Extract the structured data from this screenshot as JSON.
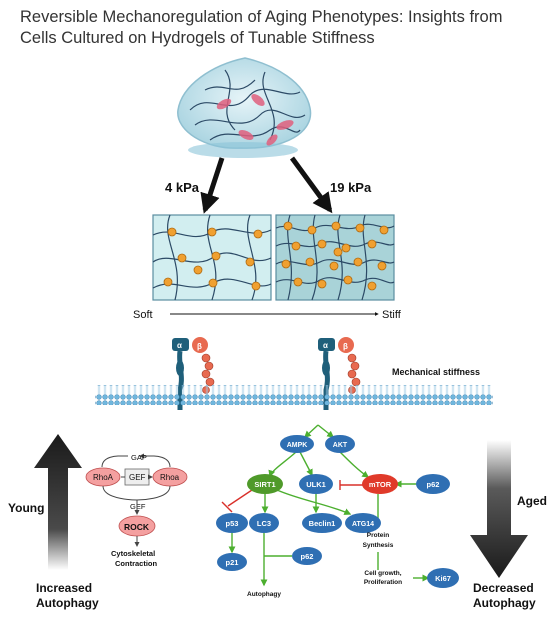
{
  "title": {
    "line1": "Reversible Mechanoregulation of Aging Phenotypes: Insights from",
    "line2": "Cells Cultured on Hydrogels of Tunable Stiffness"
  },
  "stiffness": {
    "soft_value": "4 kPa",
    "stiff_value": "19 kPa",
    "soft_label": "Soft",
    "stiff_label": "Stiff"
  },
  "integrin": {
    "alpha": "α",
    "beta": "β",
    "mechanical_label": "Mechanical stiffness"
  },
  "left_arrow": {
    "side_label": "Young",
    "bottom_label_1": "Increased",
    "bottom_label_2": "Autophagy"
  },
  "right_arrow": {
    "side_label": "Aged",
    "bottom_label_1": "Decreased",
    "bottom_label_2": "Autophagy"
  },
  "rho_module": {
    "gap": "GAP",
    "rhoa_left": "RhoA",
    "gef_box": "GEF",
    "rhoa_right": "Rhoa",
    "gef_lower": "GEF",
    "rock": "ROCK",
    "outcome_1": "Cytoskeletal",
    "outcome_2": "Contraction"
  },
  "pathway": {
    "ampk": "AMPK",
    "akt": "AKT",
    "sirt1": "SIRT1",
    "ulk1": "ULK1",
    "mtor": "mTOR",
    "p62_right": "p62",
    "p53": "p53",
    "lc3": "LC3",
    "beclin1": "Beclin1",
    "atg14": "ATG14",
    "p21": "p21",
    "p62_lower": "p62",
    "autophagy": "Autophagy",
    "protein_1": "Protein",
    "protein_2": "Synthesis",
    "growth_1": "Cell growth,",
    "growth_2": "Proliferation",
    "ki67": "Ki67"
  },
  "colors": {
    "node_blue": "#2f6fb3",
    "sirt1_green": "#4f9a2a",
    "mtor_red": "#e03a2a",
    "rho_pink": "#f4a0a0",
    "activate_green": "#4caf2f",
    "inhibit_red": "#d9302a"
  }
}
